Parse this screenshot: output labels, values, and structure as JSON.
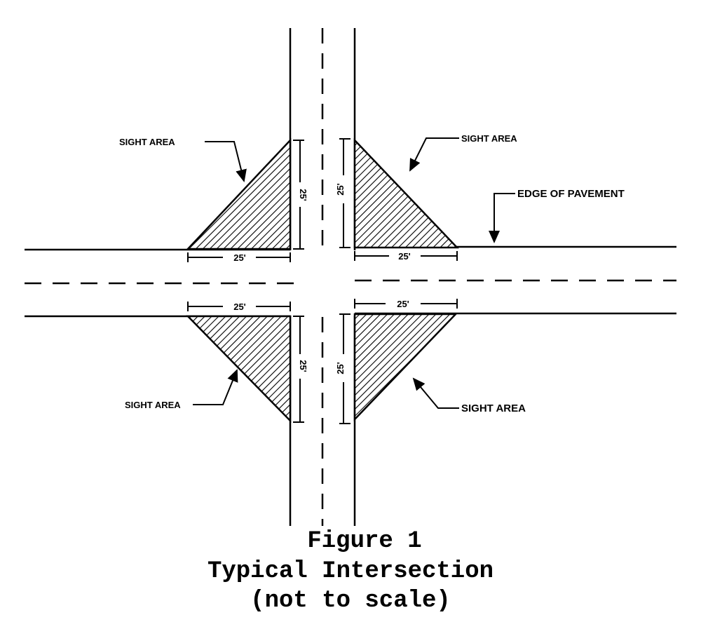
{
  "labels": {
    "sight_area_nw": "SIGHT AREA",
    "sight_area_ne": "SIGHT AREA",
    "sight_area_sw": "SIGHT AREA",
    "sight_area_se": "SIGHT AREA",
    "edge_of_pavement": "EDGE OF PAVEMENT"
  },
  "dimensions": {
    "nw_bottom": "25'",
    "nw_vertical": "25'",
    "ne_bottom": "25'",
    "ne_vertical": "25'",
    "sw_top": "25'",
    "sw_vertical": "25'",
    "se_top": "25'",
    "se_vertical": "25'"
  },
  "caption": {
    "line1": "Figure 1",
    "line2": "Typical Intersection",
    "line3": "(not to scale)"
  },
  "colors": {
    "ink": "#000000",
    "background": "#ffffff"
  }
}
